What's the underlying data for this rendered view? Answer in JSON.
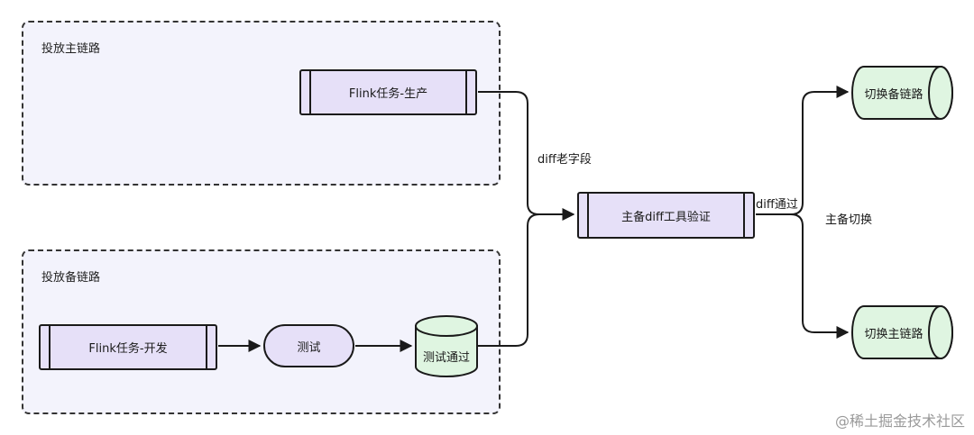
{
  "groups": {
    "main": {
      "label": "投放主链路"
    },
    "backup": {
      "label": "投放备链路"
    }
  },
  "nodes": {
    "flink_prod": "Flink任务-生产",
    "flink_dev": "Flink任务-开发",
    "test": "测试",
    "test_passed": "测试通过",
    "diff_verify": "主备diff工具验证",
    "switch_backup": "切换备链路",
    "switch_main": "切换主链路"
  },
  "edges": {
    "diff_old_fields": "diff老字段",
    "diff_passed": "diff通过",
    "main_backup_switch": "主备切换"
  },
  "watermark": "@稀土掘金技术社区",
  "colors": {
    "group_fill": "#f3f3fc",
    "process_fill": "#e6e0f8",
    "storage_fill": "#dff5e1",
    "stroke": "#1a1a1a"
  }
}
